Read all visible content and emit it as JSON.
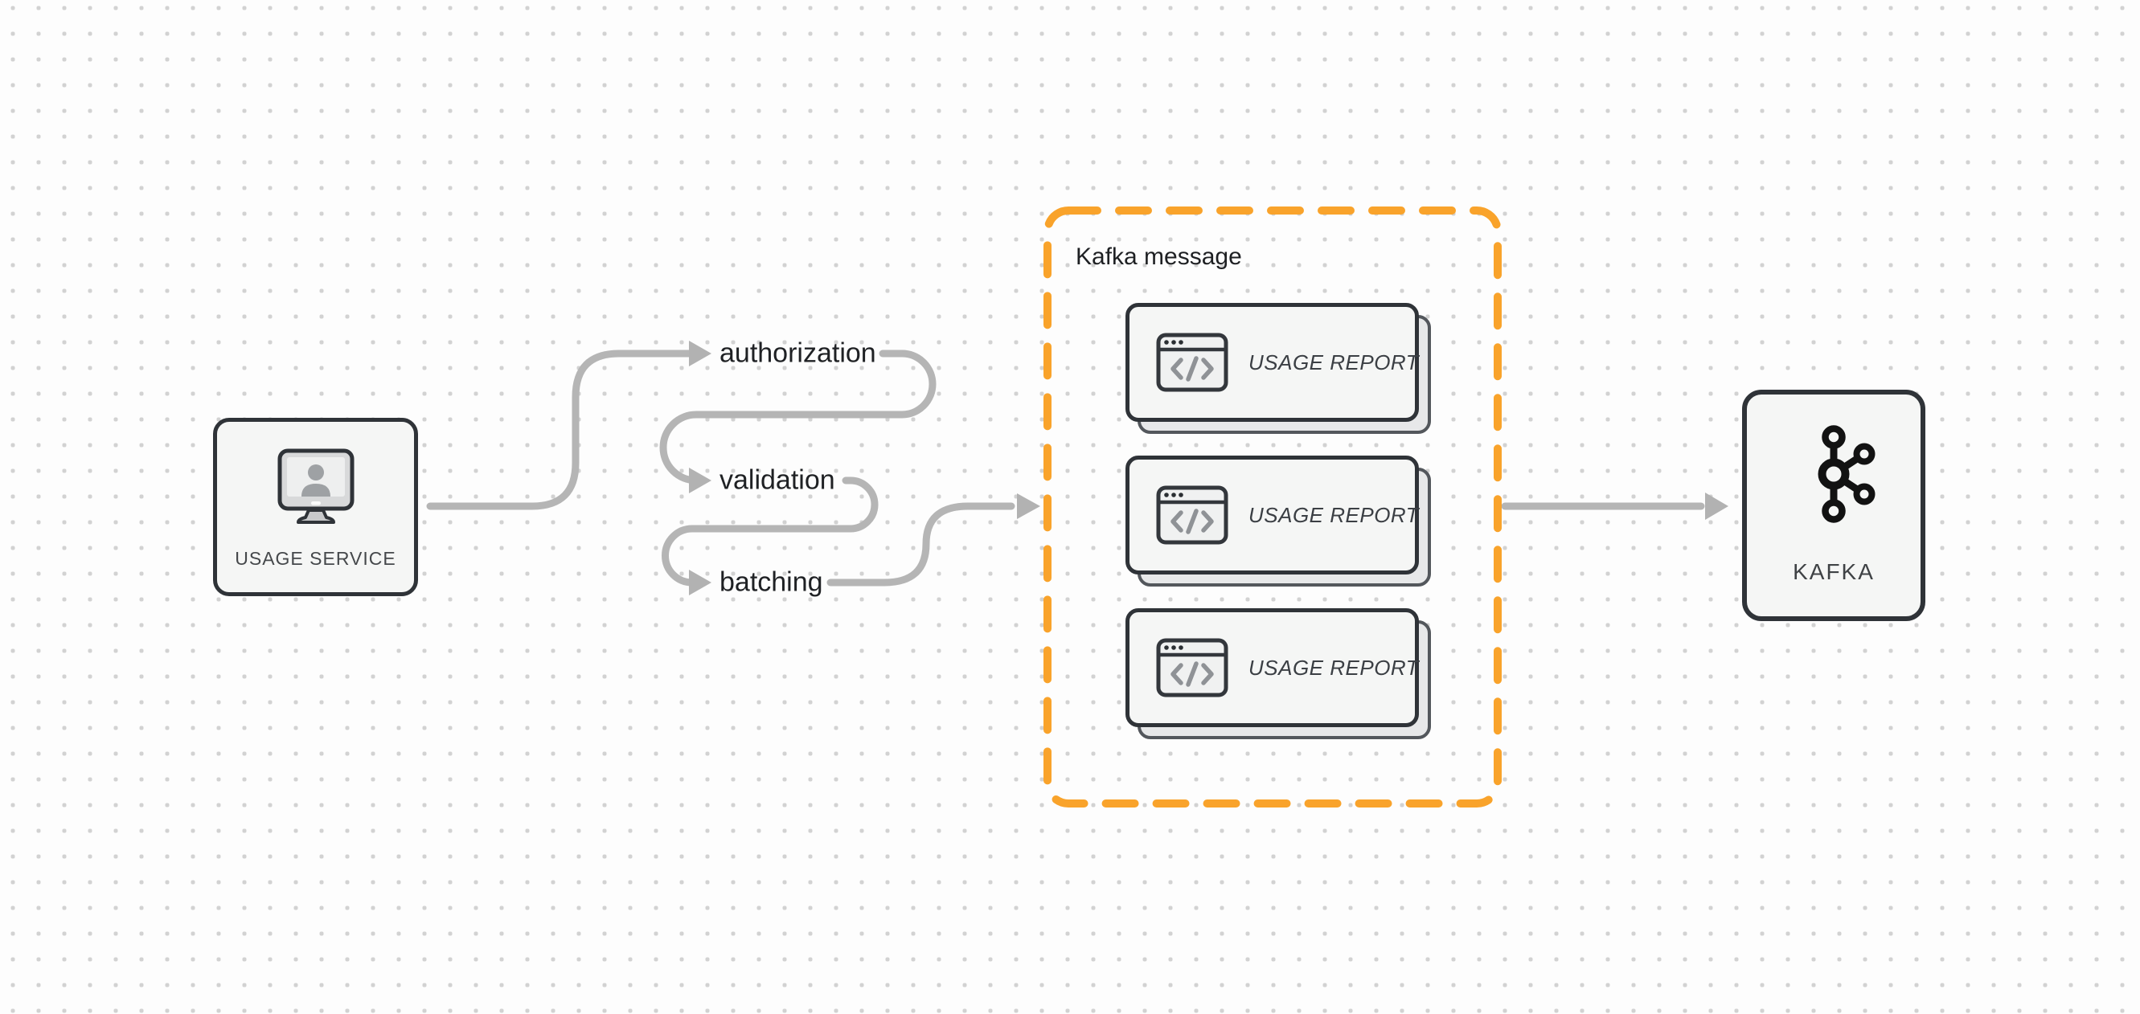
{
  "diagram": {
    "usage_service": {
      "label": "USAGE SERVICE",
      "icon": "monitor-user-icon"
    },
    "flow_steps": [
      {
        "label": "authorization"
      },
      {
        "label": "validation"
      },
      {
        "label": "batching"
      }
    ],
    "kafka_message_group": {
      "title": "Kafka message",
      "cards": [
        {
          "label": "USAGE REPORT",
          "icon": "code-window-icon"
        },
        {
          "label": "USAGE REPORT",
          "icon": "code-window-icon"
        },
        {
          "label": "USAGE REPORT",
          "icon": "code-window-icon"
        }
      ]
    },
    "kafka": {
      "label": "KAFKA",
      "icon": "kafka-logo-icon"
    },
    "colors": {
      "group_border_orange": "#F9A32B",
      "connector_gray": "#B5B5B5",
      "shape_border_dark": "#2F3338",
      "shape_fill": "#F5F6F5",
      "label_text": "#1F2124"
    }
  }
}
